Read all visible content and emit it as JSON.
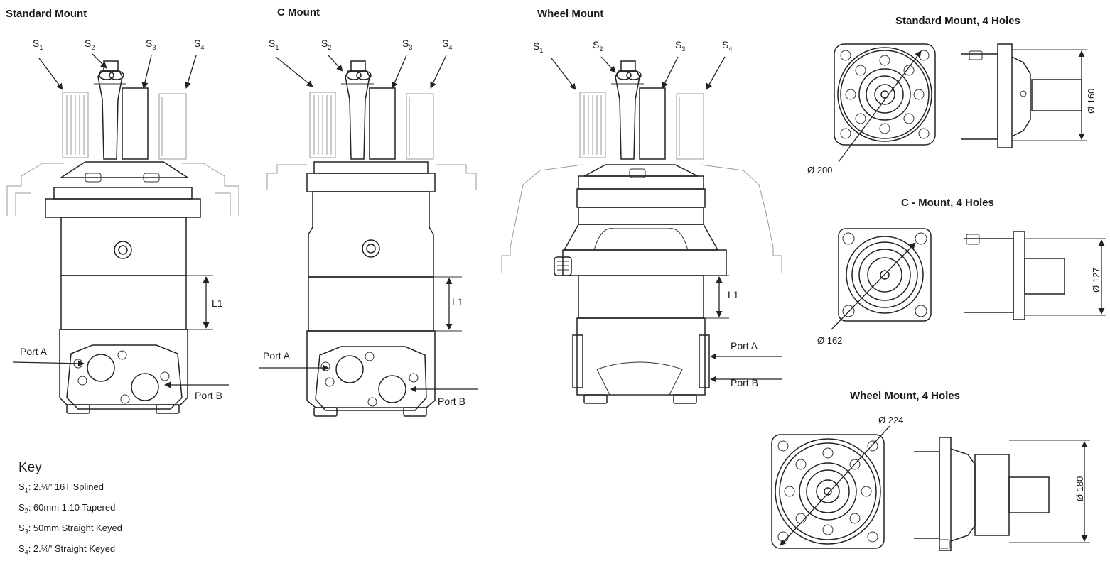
{
  "views": {
    "standard": {
      "title": "Standard Mount",
      "port_a": "Port A",
      "port_b": "Port B",
      "l1": "L1"
    },
    "c_mount": {
      "title": "C Mount",
      "port_a": "Port A",
      "port_b": "Port B",
      "l1": "L1"
    },
    "wheel": {
      "title": "Wheel Mount",
      "port_a": "Port A",
      "port_b": "Port B",
      "l1": "L1"
    }
  },
  "shafts": {
    "s1": "1",
    "s2": "2",
    "s3": "3",
    "s4": "4",
    "letter": "S"
  },
  "flanges": {
    "standard": {
      "title": "Standard Mount, 4 Holes",
      "flange_dia": "Ø 200",
      "pilot_dia": "Ø 160"
    },
    "c_mount": {
      "title": "C - Mount, 4 Holes",
      "flange_dia": "Ø 162",
      "pilot_dia": "Ø 127"
    },
    "wheel": {
      "title": "Wheel Mount, 4 Holes",
      "flange_dia": "Ø 224",
      "pilot_dia": "Ø 180"
    }
  },
  "key": {
    "title": "Key",
    "items": [
      {
        "sym": "S",
        "sub": "1",
        "text": ": 2.⅛\" 16T Splined"
      },
      {
        "sym": "S",
        "sub": "2",
        "text": ": 60mm 1:10 Tapered"
      },
      {
        "sym": "S",
        "sub": "3",
        "text": ": 50mm Straight Keyed"
      },
      {
        "sym": "S",
        "sub": "4",
        "text": ": 2.⅛\" Straight Keyed"
      }
    ]
  }
}
